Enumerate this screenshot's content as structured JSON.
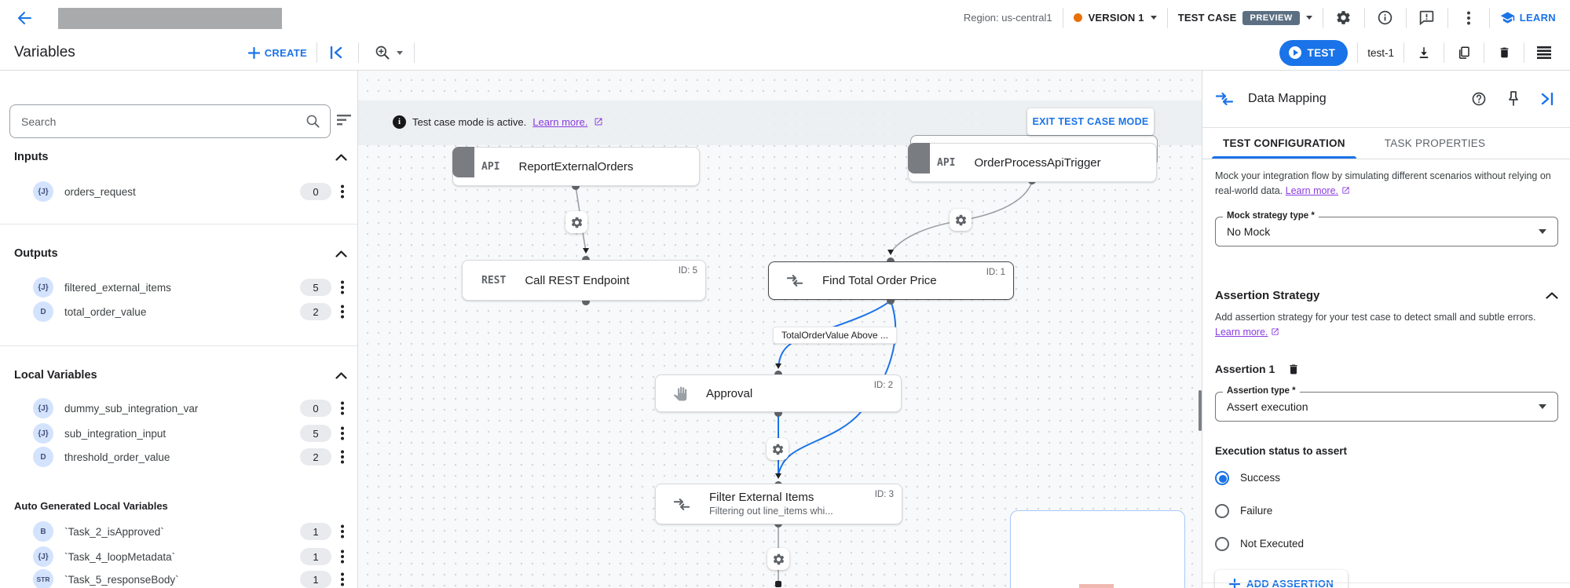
{
  "colors": {
    "accent": "#1a73e8",
    "link_purple": "#8a3be0",
    "version_dot": "#e8710a",
    "preview_badge_bg": "#5c6f82",
    "edge_blue": "#1a73e8",
    "variable_badge_bg": "#d3e3fd"
  },
  "topbar": {
    "region": "Region: us-central1",
    "version": "VERSION 1",
    "test_case": "TEST CASE",
    "preview": "PREVIEW",
    "learn": "LEARN"
  },
  "toolbar": {
    "title": "Variables",
    "create": "CREATE",
    "test": "TEST",
    "test_name": "test-1"
  },
  "vars": {
    "search_placeholder": "Search",
    "inputs_title": "Inputs",
    "outputs_title": "Outputs",
    "locals_title": "Local Variables",
    "auto_title": "Auto Generated Local Variables",
    "inputs": [
      {
        "badge": "{J}",
        "name": "orders_request",
        "count": "0"
      }
    ],
    "outputs": [
      {
        "badge": "{J}",
        "name": "filtered_external_items",
        "count": "5"
      },
      {
        "badge": "D",
        "name": "total_order_value",
        "count": "2"
      }
    ],
    "locals": [
      {
        "badge": "{J}",
        "name": "dummy_sub_integration_var",
        "count": "0"
      },
      {
        "badge": "{J}",
        "name": "sub_integration_input",
        "count": "5"
      },
      {
        "badge": "D",
        "name": "threshold_order_value",
        "count": "2"
      }
    ],
    "auto": [
      {
        "badge": "B",
        "name": "`Task_2_isApproved`",
        "count": "1"
      },
      {
        "badge": "{J}",
        "name": "`Task_4_loopMetadata`",
        "count": "1"
      },
      {
        "badge": "STR",
        "name": "`Task_5_responseBody`",
        "count": "1"
      }
    ]
  },
  "canvas": {
    "banner_text": "Test case mode is active.",
    "banner_link": "Learn more.",
    "exit_button": "EXIT TEST CASE MODE",
    "edge_label": "TotalOrderValue Above ...",
    "nodes": {
      "report": {
        "tag": "API",
        "title": "ReportExternalOrders"
      },
      "trigger": {
        "tag": "API",
        "title": "OrderProcessApiTrigger"
      },
      "rest": {
        "tag": "REST",
        "title": "Call REST Endpoint",
        "id": "ID: 5"
      },
      "find_total": {
        "title": "Find Total Order Price",
        "id": "ID: 1"
      },
      "approval": {
        "title": "Approval",
        "id": "ID: 2"
      },
      "filter": {
        "title": "Filter External Items",
        "subtitle": "Filtering out line_items whi...",
        "id": "ID: 3"
      }
    }
  },
  "panel": {
    "title": "Data Mapping",
    "tab_active": "TEST CONFIGURATION",
    "tab_inactive": "TASK PROPERTIES",
    "mock_desc": "Mock your integration flow by simulating different scenarios without relying on real-world data. ",
    "learn_more": "Learn more.",
    "mock_label": "Mock strategy type *",
    "mock_value": "No Mock",
    "assertion_title": "Assertion Strategy",
    "assertion_desc": "Add assertion strategy for your test case to detect small and subtle errors. ",
    "assertion_item": "Assertion 1",
    "type_label": "Assertion type *",
    "type_value": "Assert execution",
    "exec_label": "Execution status to assert",
    "radios": [
      "Success",
      "Failure",
      "Not Executed"
    ],
    "add_assertion": "ADD ASSERTION"
  }
}
